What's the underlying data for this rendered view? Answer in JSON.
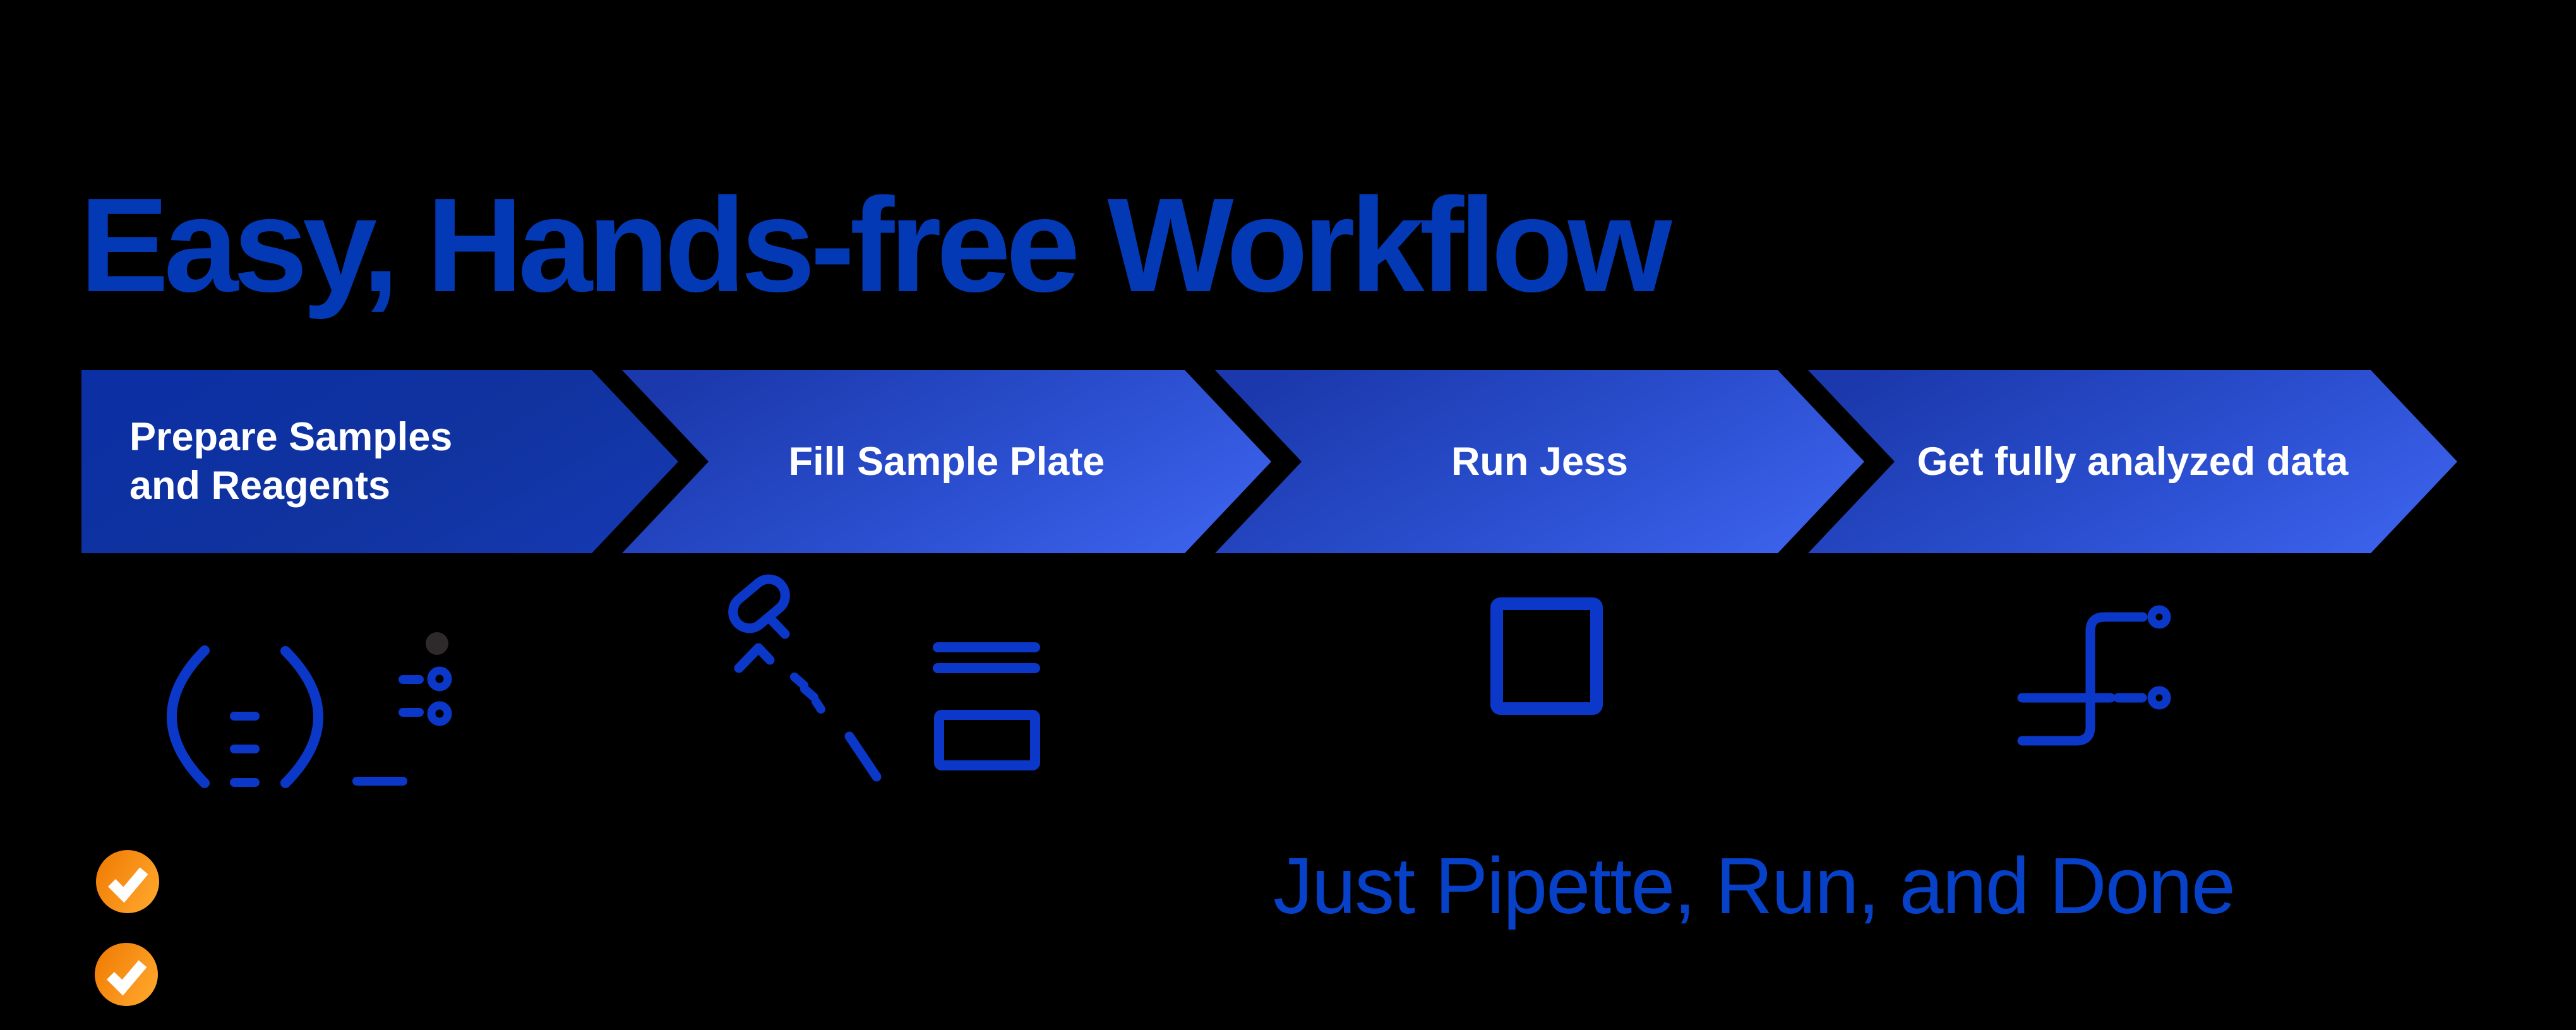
{
  "page": {
    "background_color": "#000000",
    "title": "Easy, Hands-free Workflow",
    "title_color": "#0439B5"
  },
  "workflow": {
    "steps": [
      {
        "label": "Prepare Samples\nand Reagents",
        "icon": "reagents-tube-icon"
      },
      {
        "label": "Fill Sample Plate",
        "icon": "pipette-plate-icon"
      },
      {
        "label": "Run Jess",
        "icon": "instrument-icon"
      },
      {
        "label": "Get fully analyzed data",
        "icon": "analyzed-data-icon"
      }
    ],
    "label_color": "#FFFFFF",
    "arrow_dark_color": "#0B2FA4",
    "arrow_mid_color": "#2A4ECE",
    "arrow_light_color": "#4066F2",
    "icon_color": "#0B38C8",
    "icon_dot_color": "#2E2A2B"
  },
  "checklist": {
    "items": [
      {
        "icon": "check-icon"
      },
      {
        "icon": "check-icon"
      }
    ],
    "circle_color_start": "#F28008",
    "circle_color_end": "#FFA62B",
    "check_color": "#FFFFFF"
  },
  "tagline": {
    "text": "Just Pipette, Run, and Done",
    "color": "#0741C8"
  }
}
